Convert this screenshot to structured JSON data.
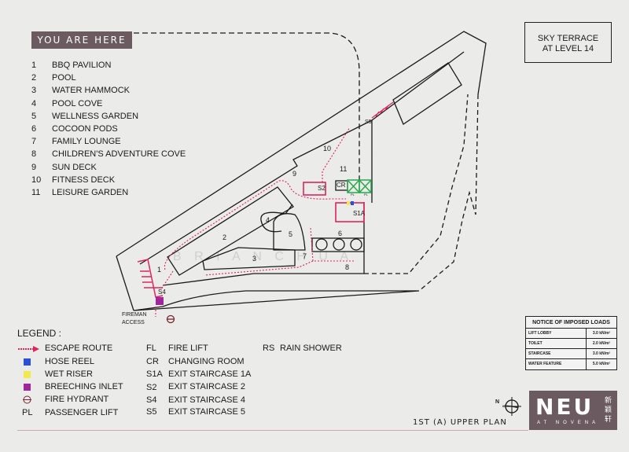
{
  "you_are_here": "YOU ARE HERE",
  "amenities": [
    {
      "num": "1",
      "name": "BBQ PAVILION"
    },
    {
      "num": "2",
      "name": "POOL"
    },
    {
      "num": "3",
      "name": "WATER HAMMOCK"
    },
    {
      "num": "4",
      "name": "POOL COVE"
    },
    {
      "num": "5",
      "name": "WELLNESS GARDEN"
    },
    {
      "num": "6",
      "name": "COCOON PODS"
    },
    {
      "num": "7",
      "name": "FAMILY LOUNGE"
    },
    {
      "num": "8",
      "name": "CHILDREN'S ADVENTURE COVE"
    },
    {
      "num": "9",
      "name": "SUN DECK"
    },
    {
      "num": "10",
      "name": "FITNESS DECK"
    },
    {
      "num": "11",
      "name": "LEISURE GARDEN"
    }
  ],
  "sky_terrace": {
    "line1": "SKY TERRACE",
    "line2": "AT LEVEL 14"
  },
  "plan": {
    "labels": {
      "n1": "1",
      "n2": "2",
      "n3": "3",
      "n4": "4",
      "n5": "5",
      "n6": "6",
      "n7": "7",
      "n8": "8",
      "n9": "9",
      "n10": "10",
      "n11": "11",
      "s2": "S2",
      "s1a": "S1A",
      "cr": "CR",
      "pl1": "PL",
      "pl2": "PL",
      "s4": "S4",
      "s5": "S5"
    },
    "fireman_access": [
      "FIREMAN",
      "ACCESS"
    ],
    "watermark": "B R I A N   C H U A"
  },
  "legend": {
    "title": "LEGEND :",
    "symbols": [
      "ESCAPE ROUTE",
      "HOSE REEL",
      "WET RISER",
      "BREECHING INLET",
      "FIRE HYDRANT",
      "PASSENGER LIFT"
    ],
    "pl_abbr": "PL",
    "abbr": [
      {
        "k": "FL",
        "v": "FIRE LIFT"
      },
      {
        "k": "CR",
        "v": "CHANGING ROOM"
      },
      {
        "k": "S1A",
        "v": "EXIT STAIRCASE 1A"
      },
      {
        "k": "S2",
        "v": "EXIT STAIRCASE 2"
      },
      {
        "k": "S4",
        "v": "EXIT STAIRCASE 4"
      },
      {
        "k": "S5",
        "v": "EXIT STAIRCASE 5"
      }
    ],
    "extra": {
      "k": "RS",
      "v": "RAIN SHOWER"
    },
    "colors": {
      "escape": "#e0245e",
      "hose_reel": "#2b4fd8",
      "wet_riser": "#f2e94a",
      "breeching": "#a0279a",
      "hydrant": "#7a2430"
    }
  },
  "notice": {
    "title": "NOTICE OF IMPOSED LOADS",
    "rows": [
      {
        "k": "LIFT LOBBY",
        "v": "3.0 kN/m²"
      },
      {
        "k": "TOILET",
        "v": "2.0 kN/m²"
      },
      {
        "k": "STAIRCASE",
        "v": "3.0 kN/m²"
      },
      {
        "k": "WATER FEATURE",
        "v": "5.0 kN/m²"
      }
    ]
  },
  "plan_title": "1ST (A) UPPER PLAN",
  "north": "N",
  "logo": {
    "main": "NEU",
    "sub": "AT NOVENA",
    "chinese": "新颖轩"
  }
}
